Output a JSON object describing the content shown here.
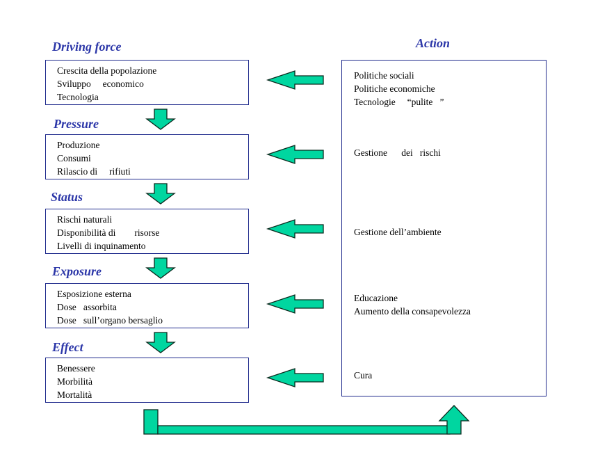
{
  "stages": [
    {
      "name": "Driving force",
      "items": [
        "Crescita della popolazione",
        "Sviluppo     economico",
        "Tecnologia"
      ]
    },
    {
      "name": "Pressure",
      "items": [
        "Produzione",
        "Consumi",
        "Rilascio di     rifiuti"
      ]
    },
    {
      "name": "Status",
      "items": [
        "Rischi naturali",
        "Disponibilità di        risorse",
        "Livelli di inquinamento"
      ]
    },
    {
      "name": "Exposure",
      "items": [
        "Esposizione esterna",
        "Dose   assorbita",
        "Dose   sull’organo bersaglio"
      ]
    },
    {
      "name": "Effect",
      "items": [
        "Benessere",
        "Morbilità",
        "Mortalità"
      ]
    }
  ],
  "action": {
    "title": "Action",
    "groups": [
      [
        "Politiche sociali",
        "Politiche economiche",
        "Tecnologie     “pulite   ”"
      ],
      [
        "Gestione      dei   rischi"
      ],
      [
        "Gestione dell’ambiente"
      ],
      [
        "Educazione",
        "Aumento della consapevolezza"
      ],
      [
        "Cura"
      ]
    ]
  },
  "colors": {
    "arrow_fill": "#00d6a0",
    "arrow_stroke": "#0b2a1e",
    "box_border": "#1f2a8c",
    "label_text": "#2b36a8"
  }
}
